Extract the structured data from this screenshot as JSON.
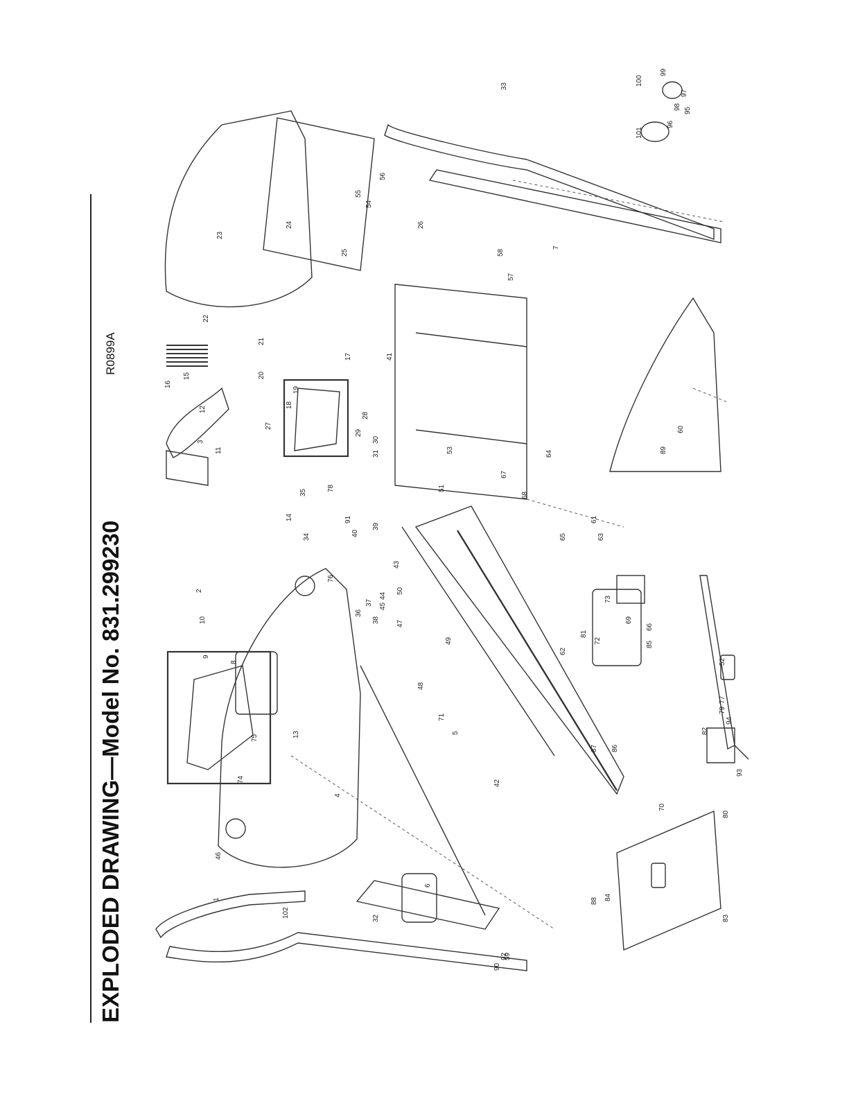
{
  "header": {
    "title": "EXPLODED DRAWING—Model No. 831.299230",
    "drawing_code": "R0899A"
  },
  "callouts": [
    "1",
    "2",
    "3",
    "4",
    "5",
    "6",
    "7",
    "8",
    "9",
    "10",
    "11",
    "12",
    "13",
    "14",
    "15",
    "16",
    "17",
    "18",
    "19",
    "20",
    "21",
    "22",
    "23",
    "24",
    "25",
    "26",
    "27",
    "28",
    "29",
    "30",
    "31",
    "32",
    "33",
    "34",
    "35",
    "36",
    "37",
    "38",
    "39",
    "40",
    "41",
    "42",
    "43",
    "44",
    "45",
    "46",
    "47",
    "48",
    "49",
    "50",
    "51",
    "52",
    "53",
    "54",
    "55",
    "56",
    "57",
    "58",
    "59",
    "60",
    "61",
    "62",
    "63",
    "64",
    "65",
    "66",
    "67",
    "68",
    "69",
    "70",
    "71",
    "72",
    "73",
    "74",
    "75",
    "76",
    "77",
    "78",
    "79",
    "80",
    "81",
    "82",
    "83",
    "84",
    "85",
    "86",
    "87",
    "88",
    "89",
    "90",
    "91",
    "92",
    "93",
    "94",
    "95",
    "96",
    "97",
    "98",
    "99",
    "100",
    "101",
    "102"
  ]
}
